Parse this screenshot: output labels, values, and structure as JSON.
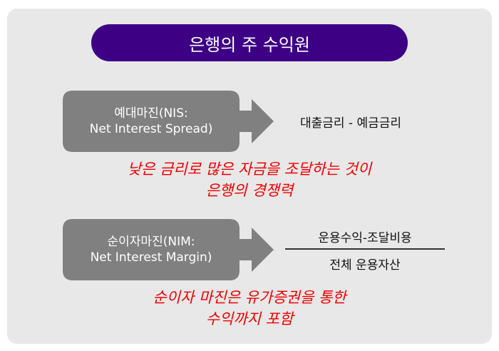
{
  "title": "은행의 주 수익원",
  "nis": {
    "line1": "예대마진(NIS:",
    "line2": "Net Interest Spread)",
    "formula": "대출금리 - 예금금리",
    "note_line1": "낮은 금리로 많은 자금을 조달하는 것이",
    "note_line2": "은행의 경쟁력"
  },
  "nim": {
    "line1": "순이자마진(NIM:",
    "line2": "Net Interest Margin)",
    "numerator": "운용수익-조달비용",
    "denominator": "전체 운용자산",
    "note_line1": "순이자 마진은 유가증권을 통한",
    "note_line2": "수익까지 포함"
  },
  "colors": {
    "title_bg": "#3d0085",
    "arrow": "#808080",
    "note": "#ee0000",
    "panel": "#e8e8e8"
  }
}
